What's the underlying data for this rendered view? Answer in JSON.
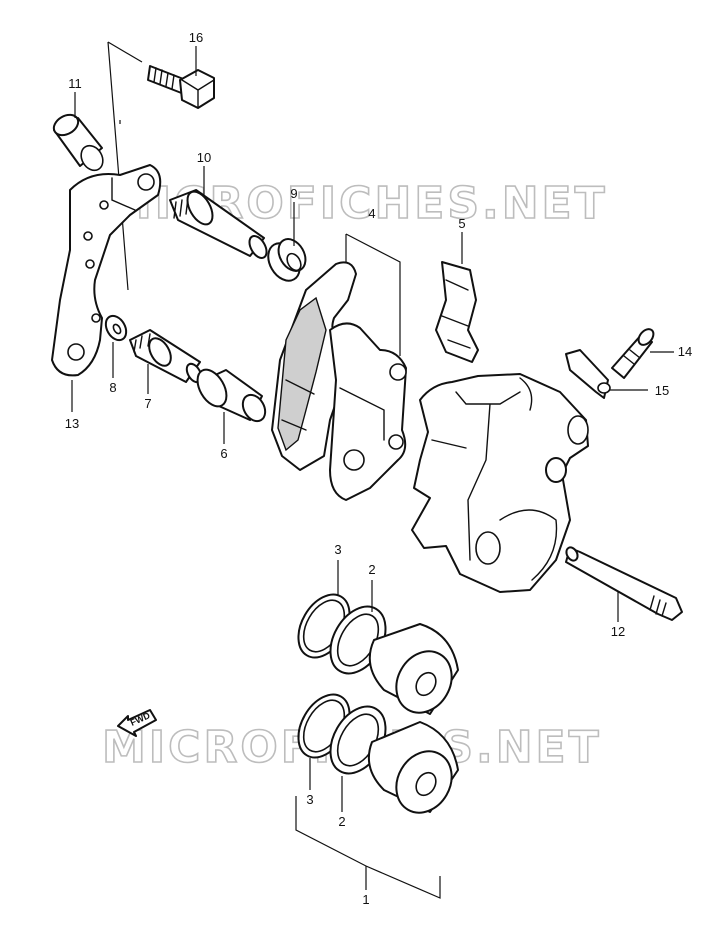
{
  "watermark": "MICROFICHES.NET",
  "fwd_label": "FWD",
  "callouts": [
    {
      "id": "c16",
      "label": "16"
    },
    {
      "id": "c11",
      "label": "11"
    },
    {
      "id": "c10",
      "label": "10"
    },
    {
      "id": "c9",
      "label": "9"
    },
    {
      "id": "c4",
      "label": "4"
    },
    {
      "id": "c5",
      "label": "5"
    },
    {
      "id": "c14",
      "label": "14"
    },
    {
      "id": "c15",
      "label": "15"
    },
    {
      "id": "c8",
      "label": "8"
    },
    {
      "id": "c7",
      "label": "7"
    },
    {
      "id": "c13",
      "label": "13"
    },
    {
      "id": "c6",
      "label": "6"
    },
    {
      "id": "c12",
      "label": "12"
    },
    {
      "id": "c3a",
      "label": "3"
    },
    {
      "id": "c2a",
      "label": "2"
    },
    {
      "id": "c3b",
      "label": "3"
    },
    {
      "id": "c2b",
      "label": "2"
    },
    {
      "id": "c1",
      "label": "1"
    }
  ]
}
